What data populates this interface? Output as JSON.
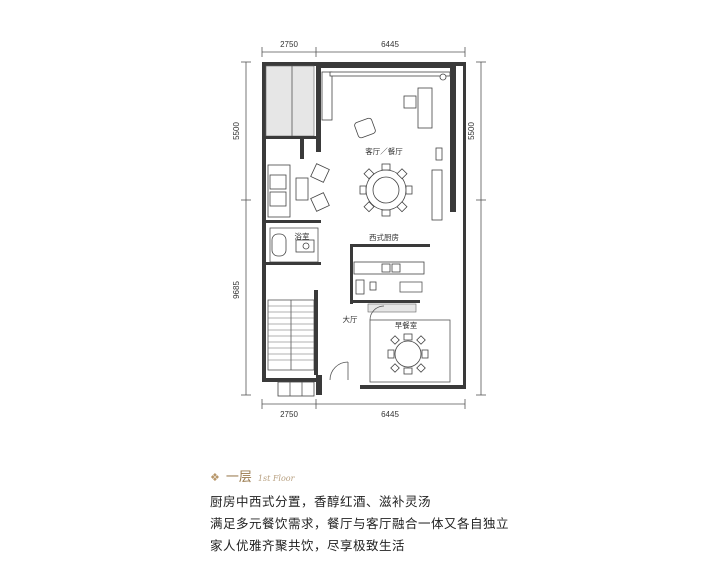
{
  "dimensions": {
    "top_left": "2750",
    "top_right": "6445",
    "bottom_left": "2750",
    "bottom_right": "6445",
    "left_upper": "5500",
    "left_lower": "9685",
    "right_upper": "5500"
  },
  "rooms": {
    "living_dining": "客厅／餐厅",
    "western_kitchen": "西式厨房",
    "bathroom": "浴室",
    "hall": "大厅",
    "breakfast_room": "早餐室"
  },
  "caption": {
    "floor_title": "一层",
    "floor_en": "1st Floor",
    "lines": [
      "厨房中西式分置，香醇红酒、滋补灵汤",
      "满足多元餐饮需求，餐厅与客厅融合一体又各自独立",
      "家人优雅齐聚共饮，尽享极致生活"
    ]
  },
  "colors": {
    "accent": "#9a7b4f",
    "wall": "#3a3a3a"
  }
}
